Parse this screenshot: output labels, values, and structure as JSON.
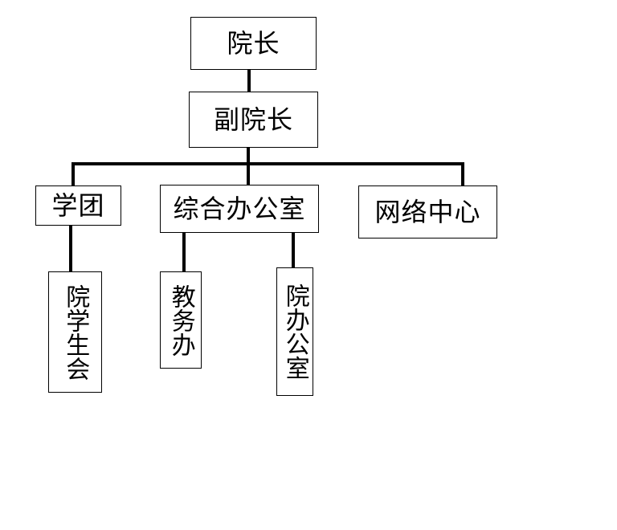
{
  "org_chart": {
    "dean": "院长",
    "vice_dean": "副院长",
    "units": {
      "youth_league": "学团",
      "general_office": "综合办公室",
      "network_center": "网络中心"
    },
    "sub_units": {
      "student_union": "院学生会",
      "academic_affairs": "教务办",
      "dean_office": "院办公室"
    }
  }
}
